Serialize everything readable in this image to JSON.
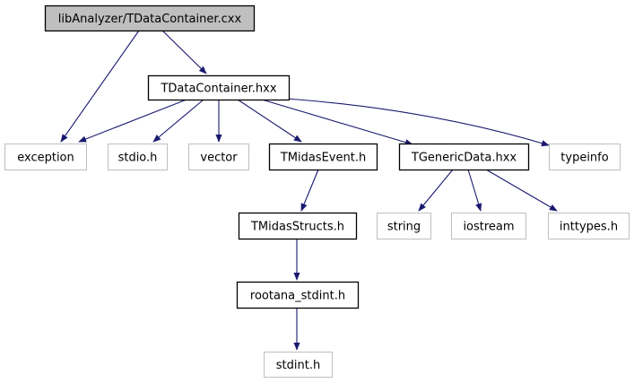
{
  "graph": {
    "nodes": [
      {
        "id": "cxx",
        "label": "libAnalyzer/TDataContainer.cxx",
        "kind": "root"
      },
      {
        "id": "hxx",
        "label": "TDataContainer.hxx",
        "kind": "documented"
      },
      {
        "id": "exception",
        "label": "exception",
        "kind": "external"
      },
      {
        "id": "stdio",
        "label": "stdio.h",
        "kind": "external"
      },
      {
        "id": "vector",
        "label": "vector",
        "kind": "external"
      },
      {
        "id": "midasevent",
        "label": "TMidasEvent.h",
        "kind": "documented"
      },
      {
        "id": "genericdata",
        "label": "TGenericData.hxx",
        "kind": "documented"
      },
      {
        "id": "typeinfo",
        "label": "typeinfo",
        "kind": "external"
      },
      {
        "id": "string",
        "label": "string",
        "kind": "external"
      },
      {
        "id": "iostream",
        "label": "iostream",
        "kind": "external"
      },
      {
        "id": "inttypes",
        "label": "inttypes.h",
        "kind": "external"
      },
      {
        "id": "midasstructs",
        "label": "TMidasStructs.h",
        "kind": "documented"
      },
      {
        "id": "rootana",
        "label": "rootana_stdint.h",
        "kind": "documented"
      },
      {
        "id": "stdint",
        "label": "stdint.h",
        "kind": "external"
      }
    ],
    "edges": [
      [
        "cxx",
        "exception"
      ],
      [
        "cxx",
        "hxx"
      ],
      [
        "hxx",
        "exception"
      ],
      [
        "hxx",
        "stdio"
      ],
      [
        "hxx",
        "vector"
      ],
      [
        "hxx",
        "midasevent"
      ],
      [
        "hxx",
        "genericdata"
      ],
      [
        "hxx",
        "typeinfo"
      ],
      [
        "midasevent",
        "midasstructs"
      ],
      [
        "midasstructs",
        "rootana"
      ],
      [
        "rootana",
        "stdint"
      ],
      [
        "genericdata",
        "string"
      ],
      [
        "genericdata",
        "iostream"
      ],
      [
        "genericdata",
        "inttypes"
      ]
    ],
    "colors": {
      "root_fill": "#bfbfbf",
      "edge": "#191970",
      "external_border": "#bfbfbf",
      "documented_border": "#000000"
    }
  }
}
